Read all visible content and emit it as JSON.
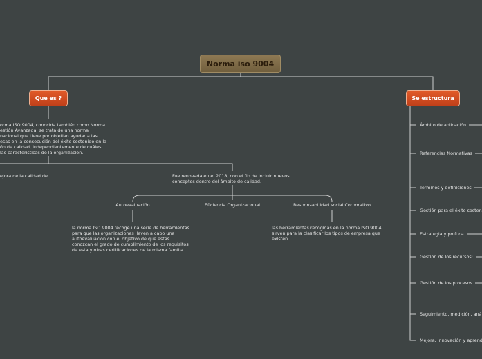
{
  "root": {
    "label": "Norma iso 9004"
  },
  "left": {
    "label": "Que es ?",
    "description": [
      "orma ISO 9004, conocida también como Norma",
      "estión Avanzada, se trata de una norma",
      "nacional que tiene por objetivo ayudar a las",
      "esas en la consecución del éxito sostenido en la",
      "ón de calidad, independientemente de cuáles",
      " las características de la organización."
    ],
    "side_branch": "ejora de la calidad de",
    "renewal": [
      "Fue renovada en el 2018, con el fin de incluir nuevos",
      "conceptos dentro del ámbito de calidad."
    ],
    "children": [
      {
        "label": "Autoevaluación",
        "detail": [
          "la norma ISO 9004 recoge una serie de herramientas",
          "para que las organizaciones lleven a cabo una",
          "autoevaluación con el objetivo de que estas",
          "conozcan el grado de cumplimiento de los requisitos",
          "de esta y otras certificaciones de la misma familia."
        ]
      },
      {
        "label": "Eficiencia Organizacional"
      },
      {
        "label": "Responsabilidad social Corporativo",
        "detail": [
          "las herramientas recogidas en la norma ISO 9004",
          "sirven para la clasificar los tipos de empresa que",
          "existen."
        ]
      }
    ]
  },
  "right": {
    "label": "Se estructura",
    "items": [
      "Ámbito de aplicación",
      "Referencias Normativas",
      "Términos y definiciones",
      "Gestión para el éxito sostenido",
      "Estrategia y política",
      "Gestión de los recursos:",
      "Gestión de los procesos",
      "Seguimiento, medición, análisis",
      "Mejora, innovación y aprendizaje"
    ]
  },
  "colors": {
    "background": "#3e4444",
    "root": "#7f6a47",
    "main_topic": "#d04c20",
    "line": "#c8c8c8"
  }
}
